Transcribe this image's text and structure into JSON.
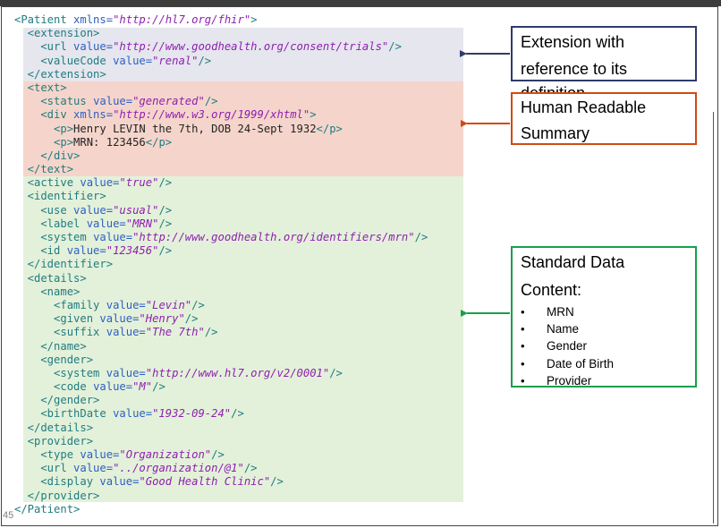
{
  "slide_number": "45",
  "code_lines": [
    [
      [
        "t",
        "<Patient "
      ],
      [
        "a",
        "xmlns="
      ],
      [
        "v",
        "\"http://hl7.org/fhir\""
      ],
      [
        "t",
        ">"
      ]
    ],
    [
      [
        "t",
        "  <extension>"
      ]
    ],
    [
      [
        "t",
        "    <url "
      ],
      [
        "a",
        "value="
      ],
      [
        "v",
        "\"http://www.goodhealth.org/consent/trials\""
      ],
      [
        "t",
        "/>"
      ]
    ],
    [
      [
        "t",
        "    <valueCode "
      ],
      [
        "a",
        "value="
      ],
      [
        "v",
        "\"renal\""
      ],
      [
        "t",
        "/>"
      ]
    ],
    [
      [
        "t",
        "  </extension>"
      ]
    ],
    [
      [
        "t",
        "  <text>"
      ]
    ],
    [
      [
        "t",
        "    <status "
      ],
      [
        "a",
        "value="
      ],
      [
        "v",
        "\"generated\""
      ],
      [
        "t",
        "/>"
      ]
    ],
    [
      [
        "t",
        "    <div "
      ],
      [
        "a",
        "xmlns="
      ],
      [
        "v",
        "\"http://www.w3.org/1999/xhtml\""
      ],
      [
        "t",
        ">"
      ]
    ],
    [
      [
        "t",
        "      <p>"
      ],
      [
        "x",
        "Henry LEVIN the 7th, DOB 24-Sept 1932"
      ],
      [
        "t",
        "</p>"
      ]
    ],
    [
      [
        "t",
        "      <p>"
      ],
      [
        "x",
        "MRN: 123456"
      ],
      [
        "t",
        "</p>"
      ]
    ],
    [
      [
        "t",
        "    </div>"
      ]
    ],
    [
      [
        "t",
        "  </text>"
      ]
    ],
    [
      [
        "t",
        "  <active "
      ],
      [
        "a",
        "value="
      ],
      [
        "v",
        "\"true\""
      ],
      [
        "t",
        "/>"
      ]
    ],
    [
      [
        "t",
        "  <identifier>"
      ]
    ],
    [
      [
        "t",
        "    <use "
      ],
      [
        "a",
        "value="
      ],
      [
        "v",
        "\"usual\""
      ],
      [
        "t",
        "/>"
      ]
    ],
    [
      [
        "t",
        "    <label "
      ],
      [
        "a",
        "value="
      ],
      [
        "v",
        "\"MRN\""
      ],
      [
        "t",
        "/>"
      ]
    ],
    [
      [
        "t",
        "    <system "
      ],
      [
        "a",
        "value="
      ],
      [
        "v",
        "\"http://www.goodhealth.org/identifiers/mrn\""
      ],
      [
        "t",
        "/>"
      ]
    ],
    [
      [
        "t",
        "    <id "
      ],
      [
        "a",
        "value="
      ],
      [
        "v",
        "\"123456\""
      ],
      [
        "t",
        "/>"
      ]
    ],
    [
      [
        "t",
        "  </identifier>"
      ]
    ],
    [
      [
        "t",
        "  <details>"
      ]
    ],
    [
      [
        "t",
        "    <name>"
      ]
    ],
    [
      [
        "t",
        "      <family "
      ],
      [
        "a",
        "value="
      ],
      [
        "v",
        "\"Levin\""
      ],
      [
        "t",
        "/>"
      ]
    ],
    [
      [
        "t",
        "      <given "
      ],
      [
        "a",
        "value="
      ],
      [
        "v",
        "\"Henry\""
      ],
      [
        "t",
        "/>"
      ]
    ],
    [
      [
        "t",
        "      <suffix "
      ],
      [
        "a",
        "value="
      ],
      [
        "v",
        "\"The 7th\""
      ],
      [
        "t",
        "/>"
      ]
    ],
    [
      [
        "t",
        "    </name>"
      ]
    ],
    [
      [
        "t",
        "    <gender>"
      ]
    ],
    [
      [
        "t",
        "      <system "
      ],
      [
        "a",
        "value="
      ],
      [
        "v",
        "\"http://www.hl7.org/v2/0001\""
      ],
      [
        "t",
        "/>"
      ]
    ],
    [
      [
        "t",
        "      <code "
      ],
      [
        "a",
        "value="
      ],
      [
        "v",
        "\"M\""
      ],
      [
        "t",
        "/>"
      ]
    ],
    [
      [
        "t",
        "    </gender>"
      ]
    ],
    [
      [
        "t",
        "    <birthDate "
      ],
      [
        "a",
        "value="
      ],
      [
        "v",
        "\"1932-09-24\""
      ],
      [
        "t",
        "/>"
      ]
    ],
    [
      [
        "t",
        "  </details>"
      ]
    ],
    [
      [
        "t",
        "  <provider>"
      ]
    ],
    [
      [
        "t",
        "    <type "
      ],
      [
        "a",
        "value="
      ],
      [
        "v",
        "\"Organization\""
      ],
      [
        "t",
        "/>"
      ]
    ],
    [
      [
        "t",
        "    <url "
      ],
      [
        "a",
        "value="
      ],
      [
        "v",
        "\"../organization/@1\""
      ],
      [
        "t",
        "/>"
      ]
    ],
    [
      [
        "t",
        "    <display "
      ],
      [
        "a",
        "value="
      ],
      [
        "v",
        "\"Good Health Clinic\""
      ],
      [
        "t",
        "/>"
      ]
    ],
    [
      [
        "t",
        "  </provider>"
      ]
    ],
    [
      [
        "t",
        "</Patient>"
      ]
    ]
  ],
  "callouts": {
    "extension": {
      "line1": "Extension with",
      "line2": "reference to its definition",
      "color": "#2f3b6a"
    },
    "text": {
      "line1": "Human Readable",
      "line2": "Summary",
      "color": "#d14a12"
    },
    "standard": {
      "line1": "Standard Data",
      "line2": "Content:",
      "items": [
        "MRN",
        "Name",
        "Gender",
        "Date of Birth",
        "Provider"
      ],
      "color": "#18a04a"
    }
  },
  "colors": {
    "extension_bg": "#e5e6ee",
    "text_bg": "#f5d5cb",
    "standard_bg": "#e3f1da",
    "tag": "#217c80",
    "attribute": "#2e5fc1",
    "value": "#8f1fb0"
  }
}
